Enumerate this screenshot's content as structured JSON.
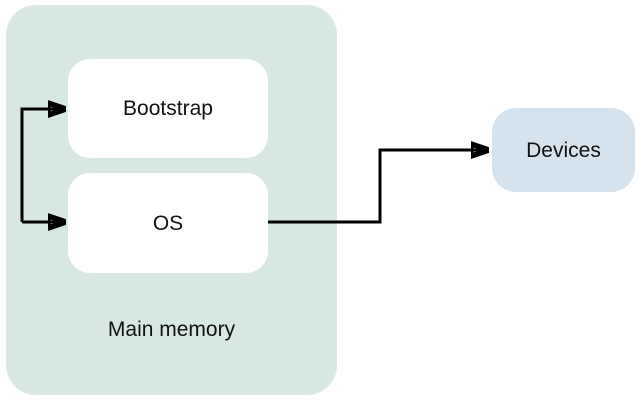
{
  "diagram": {
    "background_color": "#ffffff",
    "container": {
      "label": "Main memory",
      "fill_color": "#d7e8e2"
    },
    "nodes": {
      "bootstrap": {
        "label": "Bootstrap",
        "fill_color": "#ffffff"
      },
      "os": {
        "label": "OS",
        "fill_color": "#ffffff"
      },
      "devices": {
        "label": "Devices",
        "fill_color": "#d4e3ed"
      }
    },
    "edges": [
      {
        "type": "split-arrow",
        "targets": [
          "Bootstrap",
          "OS"
        ]
      },
      {
        "type": "arrow",
        "from": "OS",
        "to": "Devices"
      }
    ],
    "arrow_color": "#000000",
    "text_color": "#111111"
  }
}
